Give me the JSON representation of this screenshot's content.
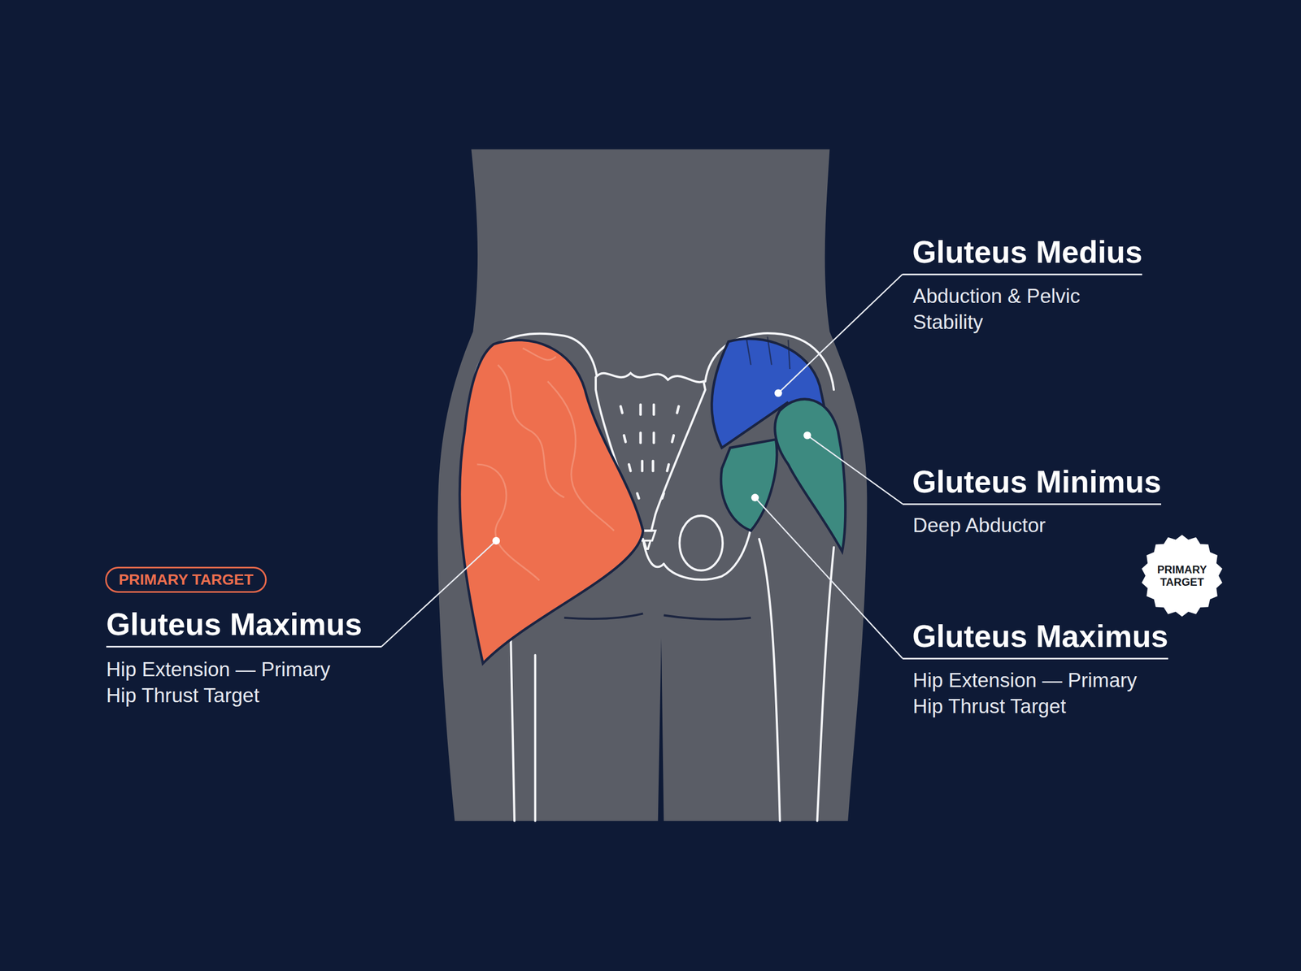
{
  "diagram": {
    "nodes": [
      {
        "text": [
          "PRIMARY TARGET"
        ]
      },
      {
        "text": [
          "PRIMARY TARGET"
        ]
      }
    ],
    "labels": [
      "Gluteus Medius",
      "Abduction & Pelvic Stability",
      "Gluteus Minimus",
      "Deep Abductor",
      "Gluteus Maximus",
      "Hip Extension — Primary Hip Thrust Target",
      "Gluteus Maximus",
      "Hip Extension — Primary Hip Thrust Target"
    ]
  }
}
